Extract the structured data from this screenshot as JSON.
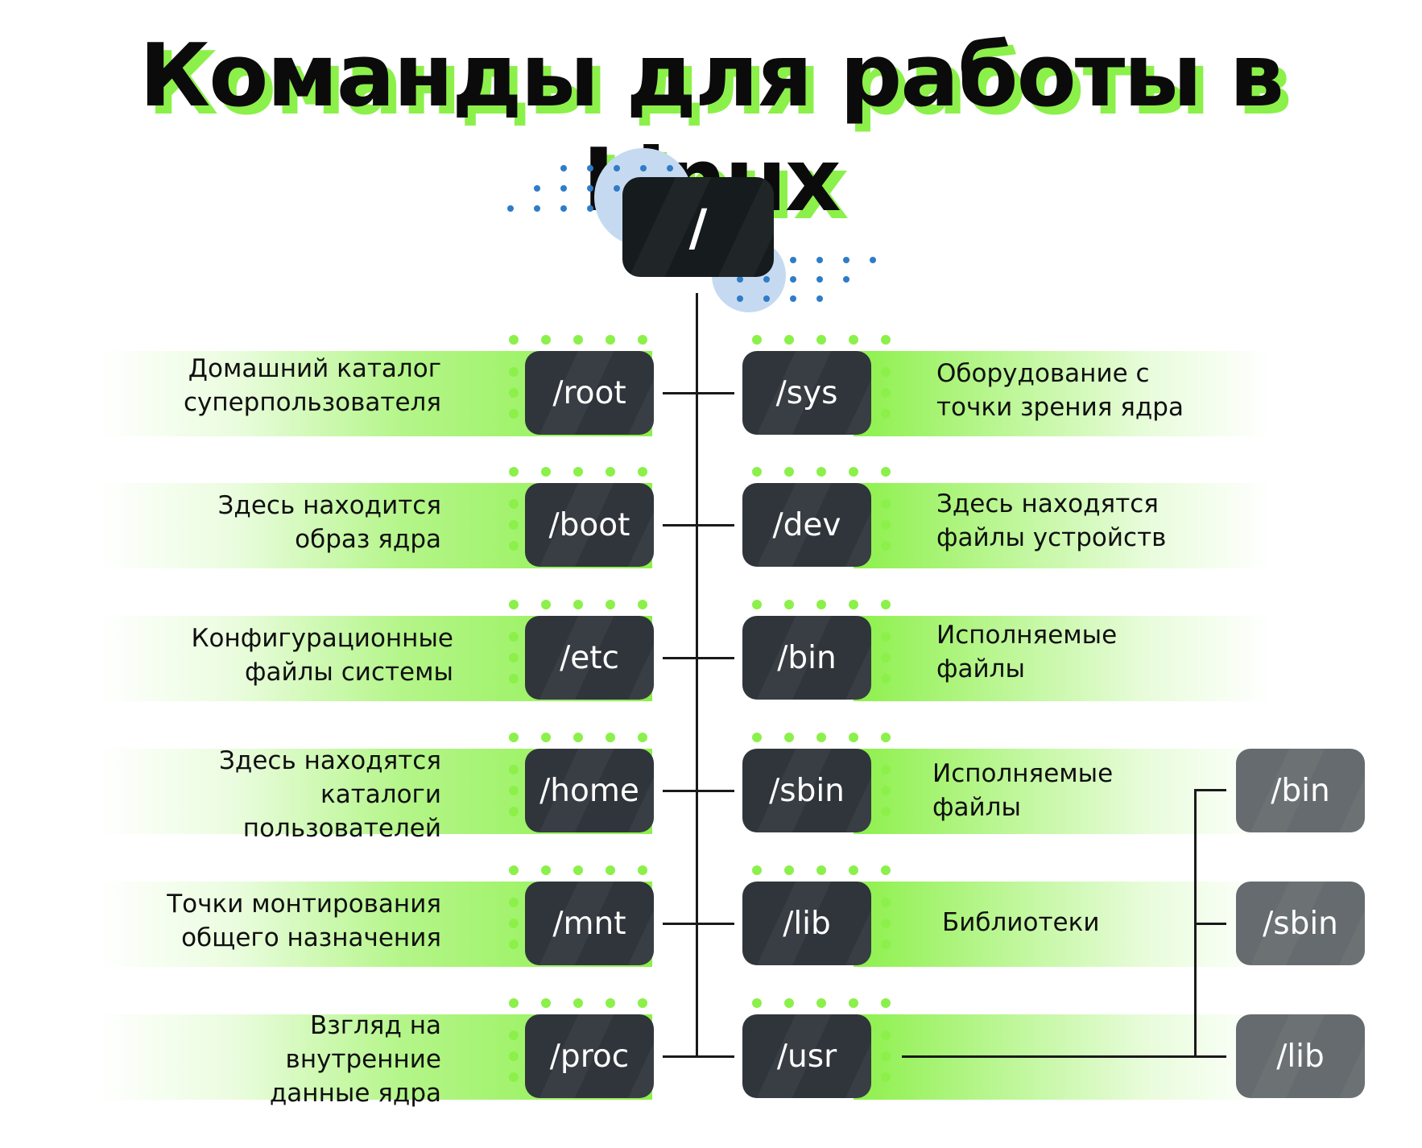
{
  "title": "Команды для работы в Linux",
  "root": "/",
  "left": [
    {
      "dir": "/root",
      "lines": [
        "Домашний каталог",
        "суперпользователя"
      ]
    },
    {
      "dir": "/boot",
      "lines": [
        "Здесь находится",
        "образ ядра"
      ]
    },
    {
      "dir": "/etc",
      "lines": [
        "Конфигурационные",
        "файлы системы"
      ]
    },
    {
      "dir": "/home",
      "lines": [
        "Здесь находятся",
        "каталоги",
        "пользователей"
      ]
    },
    {
      "dir": "/mnt",
      "lines": [
        "Точки монтирования",
        "общего назначения"
      ]
    },
    {
      "dir": "/proc",
      "lines": [
        "Взгляд на",
        "внутренние",
        "данные ядра"
      ]
    }
  ],
  "right": [
    {
      "dir": "/sys",
      "lines": [
        "Оборудование с",
        "точки зрения ядра"
      ]
    },
    {
      "dir": "/dev",
      "lines": [
        "Здесь находятся",
        "файлы устройств"
      ]
    },
    {
      "dir": "/bin",
      "lines": [
        "Исполняемые",
        "файлы"
      ]
    },
    {
      "dir": "/sbin",
      "lines": [
        "Исполняемые",
        "файлы"
      ]
    },
    {
      "dir": "/lib",
      "lines": [
        "Библиотеки"
      ]
    },
    {
      "dir": "/usr",
      "lines": []
    }
  ],
  "usr_children": [
    "/bin",
    "/sbin",
    "/lib"
  ],
  "colors": {
    "accent_green": "#8cf04a",
    "node_dark": "#2f353b",
    "node_gray": "#656b6e",
    "decor_blue": "#2f7cc8"
  }
}
